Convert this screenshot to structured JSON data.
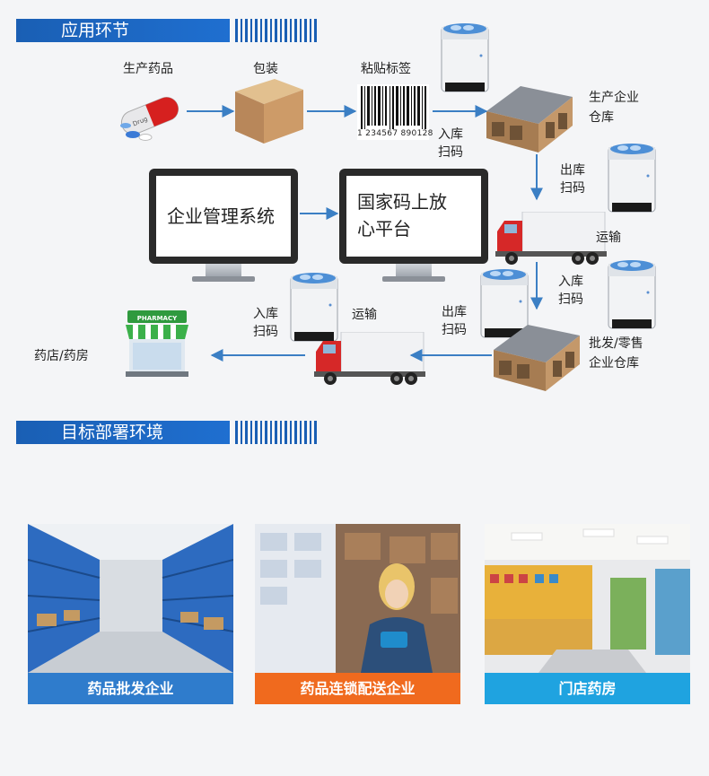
{
  "section1": {
    "title": "应用环节"
  },
  "section2": {
    "title": "目标部署环境"
  },
  "flow": {
    "produce_drug": "生产药品",
    "package": "包装",
    "label_stick": "粘贴标签",
    "barcode_number": "1 234567 890128",
    "in_scan_1": [
      "入库",
      "扫码"
    ],
    "factory_warehouse": [
      "生产企业",
      "仓库"
    ],
    "out_scan_1": [
      "出库",
      "扫码"
    ],
    "transport_1": "运输",
    "in_scan_2": [
      "入库",
      "扫码"
    ],
    "wholesale_warehouse": [
      "批发/零售",
      "企业仓库"
    ],
    "out_scan_2": [
      "出库",
      "扫码"
    ],
    "transport_2": "运输",
    "in_scan_3": [
      "入库",
      "扫码"
    ],
    "pharmacy": "药店/药房",
    "pharmacy_sign": "PHARMACY",
    "pill_text": "Drug",
    "erp": "企业管理系统",
    "national_platform": [
      "国家码上放",
      "心平台"
    ]
  },
  "cards": [
    {
      "label": "药品批发企业",
      "color": "#2f7ccc"
    },
    {
      "label": "药品连锁配送企业",
      "color": "#f06a1e"
    },
    {
      "label": "门店药房",
      "color": "#1fa3e0"
    }
  ],
  "colors": {
    "arrow": "#3b7fc4",
    "brand": "#1a5fb4"
  }
}
